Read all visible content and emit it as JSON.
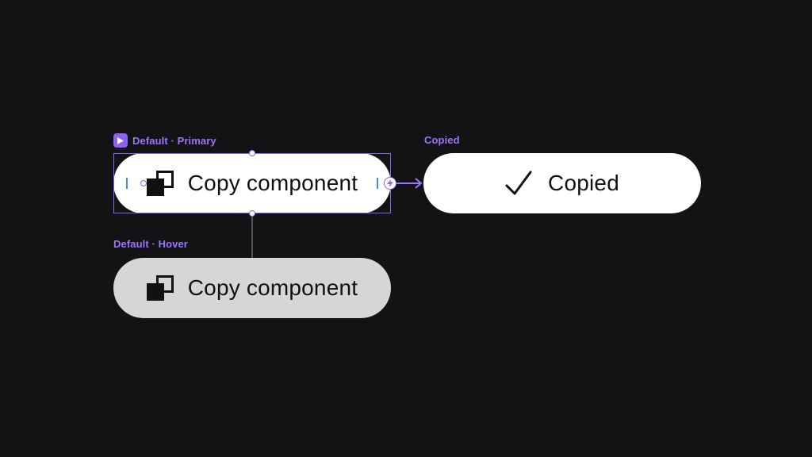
{
  "frames": {
    "primary": {
      "label": "Default · Primary",
      "button_text": "Copy component",
      "icon": "copy-icon"
    },
    "hover": {
      "label": "Default · Hover",
      "button_text": "Copy component",
      "icon": "copy-icon"
    },
    "copied": {
      "label": "Copied",
      "button_text": "Copied",
      "icon": "checkmark-icon"
    }
  },
  "colors": {
    "canvas": "#131316",
    "accent": "#8c62f5",
    "primary_fill": "#ffffff",
    "hover_fill": "#d6d6d6",
    "padding_guide": "#3d8de0"
  }
}
